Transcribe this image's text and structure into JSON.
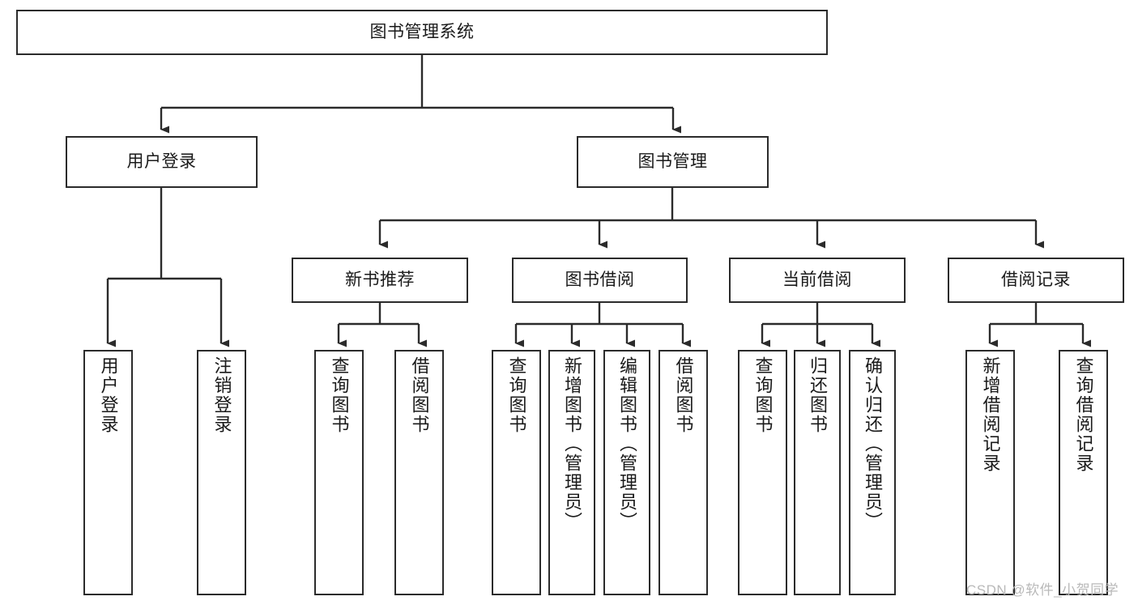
{
  "diagram": {
    "title": "图书管理系统",
    "type": "hierarchical-structure-chart",
    "watermark": "CSDN @软件_小贺同学",
    "colors": {
      "box_border": "#2b2b2b",
      "box_fill": "#ffffff",
      "connector": "#2b2b2b",
      "text": "#1a1a1a",
      "watermark": "#b9b9b9",
      "background": "#ffffff"
    },
    "nodes": {
      "root": {
        "label": "图书管理系统",
        "level": 0,
        "orientation": "horizontal"
      },
      "l1": [
        {
          "id": "user-login",
          "label": "用户登录",
          "level": 1,
          "orientation": "horizontal"
        },
        {
          "id": "book-management",
          "label": "图书管理",
          "level": 1,
          "orientation": "horizontal"
        }
      ],
      "l2": [
        {
          "id": "new-book-recommend",
          "label": "新书推荐",
          "level": 2,
          "orientation": "horizontal",
          "parent": "book-management"
        },
        {
          "id": "book-borrow",
          "label": "图书借阅",
          "level": 2,
          "orientation": "horizontal",
          "parent": "book-management"
        },
        {
          "id": "current-borrow",
          "label": "当前借阅",
          "level": 2,
          "orientation": "horizontal",
          "parent": "book-management"
        },
        {
          "id": "borrow-record",
          "label": "借阅记录",
          "level": 2,
          "orientation": "horizontal",
          "parent": "book-management"
        }
      ],
      "leaves": [
        {
          "id": "leaf-user-login",
          "label": "用户登录",
          "parent": "user-login",
          "orientation": "vertical"
        },
        {
          "id": "leaf-logout-login",
          "label": "注销登录",
          "parent": "user-login",
          "orientation": "vertical"
        },
        {
          "id": "leaf-query-book-1",
          "label": "查询图书",
          "parent": "new-book-recommend",
          "orientation": "vertical"
        },
        {
          "id": "leaf-borrow-book-1",
          "label": "借阅图书",
          "parent": "new-book-recommend",
          "orientation": "vertical"
        },
        {
          "id": "leaf-query-book-2",
          "label": "查询图书",
          "parent": "book-borrow",
          "orientation": "vertical"
        },
        {
          "id": "leaf-add-book",
          "label": "新增图书（管理员）",
          "parent": "book-borrow",
          "orientation": "vertical"
        },
        {
          "id": "leaf-edit-book",
          "label": "编辑图书（管理员）",
          "parent": "book-borrow",
          "orientation": "vertical"
        },
        {
          "id": "leaf-borrow-book-2",
          "label": "借阅图书",
          "parent": "book-borrow",
          "orientation": "vertical"
        },
        {
          "id": "leaf-query-book-3",
          "label": "查询图书",
          "parent": "current-borrow",
          "orientation": "vertical"
        },
        {
          "id": "leaf-return-book",
          "label": "归还图书",
          "parent": "current-borrow",
          "orientation": "vertical"
        },
        {
          "id": "leaf-confirm-return",
          "label": "确认归还（管理员）",
          "parent": "current-borrow",
          "orientation": "vertical"
        },
        {
          "id": "leaf-add-record",
          "label": "新增借阅记录",
          "parent": "borrow-record",
          "orientation": "vertical"
        },
        {
          "id": "leaf-query-record",
          "label": "查询借阅记录",
          "parent": "borrow-record",
          "orientation": "vertical"
        }
      ]
    }
  }
}
